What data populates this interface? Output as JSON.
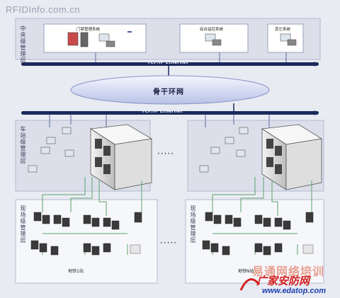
{
  "watermark": "RFIDInfo.com.cn",
  "central": {
    "label": "中央级管理层",
    "systems": [
      {
        "title": "门禁管理系统"
      },
      {
        "title": "综合监控系统"
      },
      {
        "title": "其它系统"
      }
    ]
  },
  "network": {
    "bus_top": "TCP/IP Ethernet",
    "backbone": "骨干环网",
    "bus_mid": "TCP/IP Ethernet"
  },
  "station": {
    "label": "车站级管理层",
    "ellipsis": "·····"
  },
  "field": {
    "label_left": "现场级管理层",
    "label_right": "现场级管理层",
    "station_name": "地铁1站",
    "station_name_right": "地铁N站"
  },
  "brand": {
    "line1": "易通网络培训",
    "line2": "广家安防网",
    "line3": "www.edatop.com"
  }
}
